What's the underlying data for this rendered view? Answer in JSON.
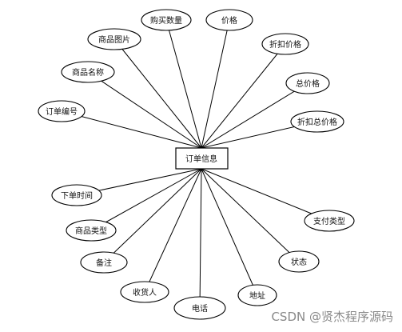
{
  "entity": "订单信息",
  "attributes": [
    "订单编号",
    "商品名称",
    "商品图片",
    "购买数量",
    "价格",
    "折扣价格",
    "总价格",
    "折扣总价格",
    "支付类型",
    "状态",
    "地址",
    "电话",
    "收货人",
    "备注",
    "商品类型",
    "下单时间"
  ],
  "watermark": "CSDN @贤杰程序源码"
}
